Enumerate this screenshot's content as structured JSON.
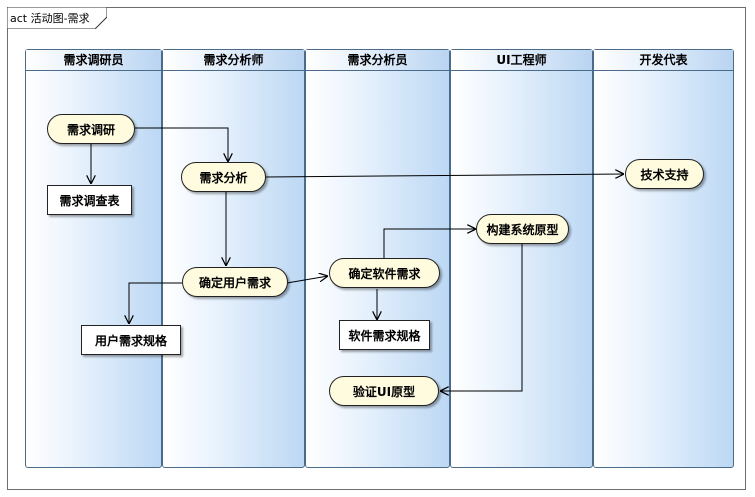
{
  "diagram": {
    "frame_title": "act 活动图-需求",
    "lanes": [
      {
        "label": "需求调研员"
      },
      {
        "label": "需求分析师"
      },
      {
        "label": "需求分析员"
      },
      {
        "label": "UI工程师"
      },
      {
        "label": "开发代表"
      }
    ],
    "nodes": {
      "req_research": "需求调研",
      "req_survey_table": "需求调查表",
      "req_analysis": "需求分析",
      "tech_support": "技术支持",
      "build_prototype": "构建系统原型",
      "confirm_user_req": "确定用户需求",
      "confirm_software_req": "确定软件需求",
      "user_req_spec": "用户需求规格",
      "software_req_spec": "软件需求规格",
      "verify_ui_prototype": "验证UI原型"
    },
    "edges": [
      {
        "from": "需求调研",
        "to": "需求调查表"
      },
      {
        "from": "需求调研",
        "to": "需求分析"
      },
      {
        "from": "需求分析",
        "to": "技术支持"
      },
      {
        "from": "需求分析",
        "to": "确定用户需求"
      },
      {
        "from": "确定用户需求",
        "to": "用户需求规格"
      },
      {
        "from": "确定用户需求",
        "to": "确定软件需求"
      },
      {
        "from": "确定软件需求",
        "to": "软件需求规格"
      },
      {
        "from": "确定软件需求",
        "to": "构建系统原型"
      },
      {
        "from": "构建系统原型",
        "to": "验证UI原型"
      }
    ]
  }
}
